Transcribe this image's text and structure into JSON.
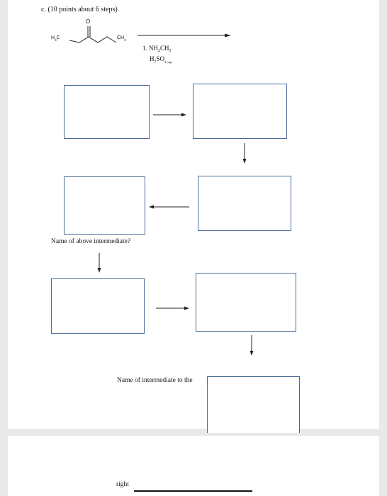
{
  "question": {
    "title": "c. (10 points about 6 steps)"
  },
  "molecule": {
    "left_group": "H",
    "left_sub": "3",
    "left_tail": "C",
    "right_head": "CH",
    "right_sub": "3",
    "carbonyl_atom": "O"
  },
  "reagents": {
    "line1_prefix": "1. NH",
    "line1_sub1": "2",
    "line1_mid": "CH",
    "line1_sub2": "3",
    "line2_prefix": "H",
    "line2_sub1": "2",
    "line2_mid": "SO",
    "line2_sub2": "4 (aq)"
  },
  "prompts": {
    "above_intermediate": "Name of above intermediate?",
    "intermediate_right": "Name of intermediate to the",
    "right_word": "right"
  }
}
